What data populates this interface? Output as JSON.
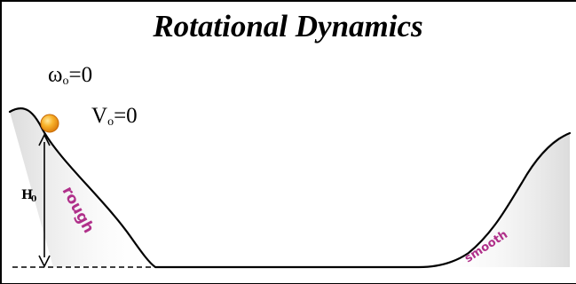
{
  "title": "Rotational Dynamics",
  "initial_conditions": {
    "omega_symbol": "ω",
    "omega_subscript": "o",
    "omega_value": "=0",
    "velocity_symbol": "V",
    "velocity_subscript": "o",
    "velocity_value": "=0"
  },
  "height_label": {
    "symbol": "H",
    "subscript": "0"
  },
  "surfaces": {
    "left": "rough",
    "right": "smooth"
  },
  "colors": {
    "surface_label": "#b0308a",
    "ball": "#f5a21c",
    "ball_outline": "#c76a06",
    "ground": "#000000"
  }
}
